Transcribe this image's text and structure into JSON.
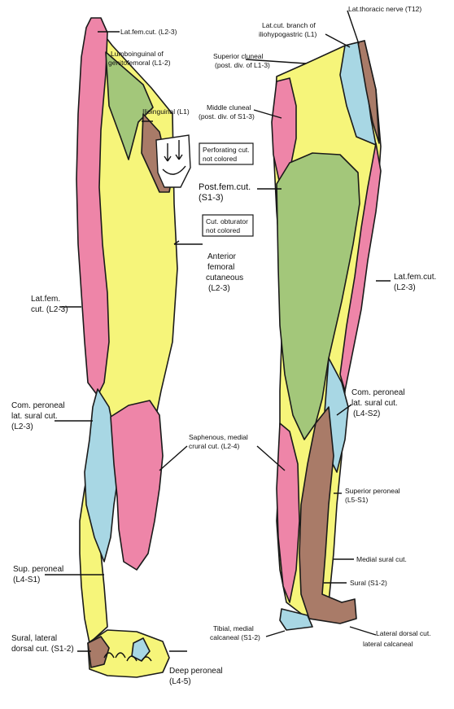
{
  "colors": {
    "pink": "#ee85a8",
    "yellow": "#f6f57a",
    "green": "#a3c77a",
    "blue": "#a8d7e4",
    "brown": "#a97b68"
  },
  "labels": {
    "lat_fem_cut_top": "Lat.fem.cut. (L2-3)",
    "lumboinguinal_1": "Lumboinguinal of",
    "lumboinguinal_2": "genitofemoral (L1-2)",
    "ilioinguinal": "Ilioinguinal (L1)",
    "perforating_1": "Perforating cut.",
    "perforating_2": "not colored",
    "obturator_1": "Cut. obturator",
    "obturator_2": "not colored",
    "ant_fem_1": "Anterior",
    "ant_fem_2": "femoral",
    "ant_fem_3": "cutaneous",
    "ant_fem_4": "(L2-3)",
    "lat_fem_left_1": "Lat.fem.",
    "lat_fem_left_2": "cut. (L2-3)",
    "com_peroneal_left_1": "Com. peroneal",
    "com_peroneal_left_2": "lat. sural cut.",
    "com_peroneal_left_3": "(L2-3)",
    "saphenous_1": "Saphenous, medial",
    "saphenous_2": "crural cut. (L2-4)",
    "sup_peroneal_left_1": "Sup. peroneal",
    "sup_peroneal_left_2": "(L4-S1)",
    "sural_lateral_1": "Sural, lateral",
    "sural_lateral_2": "dorsal cut. (S1-2)",
    "deep_peroneal_1": "Deep peroneal",
    "deep_peroneal_2": "(L4-5)",
    "lat_thoracic": "Lat.thoracic nerve (T12)",
    "lat_cut_branch_1": "Lat.cut. branch of",
    "lat_cut_branch_2": "iliohypogastric (L1)",
    "superior_cluneal_1": "Superior cluneal",
    "superior_cluneal_2": "(post. div. of L1-3)",
    "middle_cluneal_1": "Middle cluneal",
    "middle_cluneal_2": "(post. div. of S1-3)",
    "post_fem_1": "Post.fem.cut.",
    "post_fem_2": "(S1-3)",
    "lat_fem_right_1": "Lat.fem.cut.",
    "lat_fem_right_2": "(L2-3)",
    "com_peroneal_right_1": "Com. peroneal",
    "com_peroneal_right_2": "lat. sural cut.",
    "com_peroneal_right_3": "(L4-S2)",
    "superior_peroneal_1": "Superior peroneal",
    "superior_peroneal_2": "(L5-S1)",
    "medial_sural": "Medial sural cut.",
    "sural_right": "Sural (S1-2)",
    "tibial_1": "Tibial, medial",
    "tibial_2": "calcaneal (S1-2)",
    "lateral_dorsal": "Lateral dorsal cut.",
    "lateral_calcaneal": "lateral calcaneal"
  }
}
